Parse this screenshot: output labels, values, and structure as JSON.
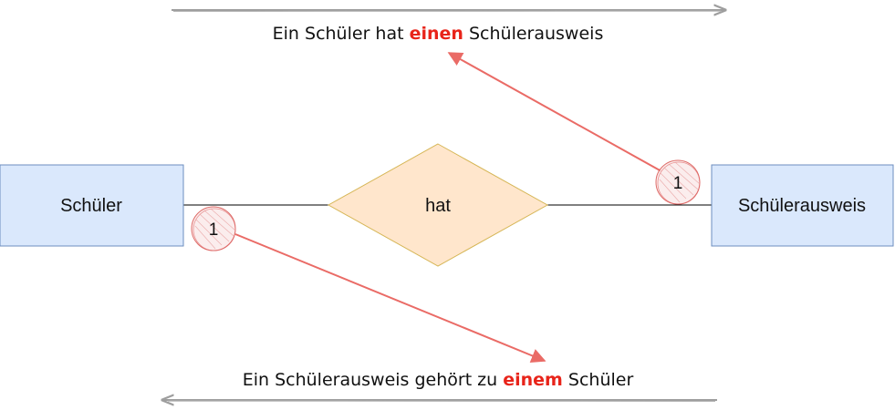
{
  "diagram": {
    "entity_left": {
      "label": "Schüler"
    },
    "relationship": {
      "label": "hat"
    },
    "entity_right": {
      "label": "Schülerausweis"
    },
    "cardinality_left": "1",
    "cardinality_right": "1",
    "sentence_top": {
      "before": "Ein Schüler hat ",
      "emphasis": "einen",
      "after": " Schülerausweis"
    },
    "sentence_bottom": {
      "before": "Ein Schülerausweis gehört zu ",
      "emphasis": "einem",
      "after": " Schüler"
    }
  },
  "colors": {
    "entity_fill": "#dae8fc",
    "entity_stroke": "#6c8ebf",
    "relationship_fill": "#ffe6cc",
    "relationship_stroke": "#d6b656",
    "annotation_red": "#ea6b66",
    "emphasis_red": "#e8241a",
    "reading_arrow": "#9e9e9e"
  }
}
